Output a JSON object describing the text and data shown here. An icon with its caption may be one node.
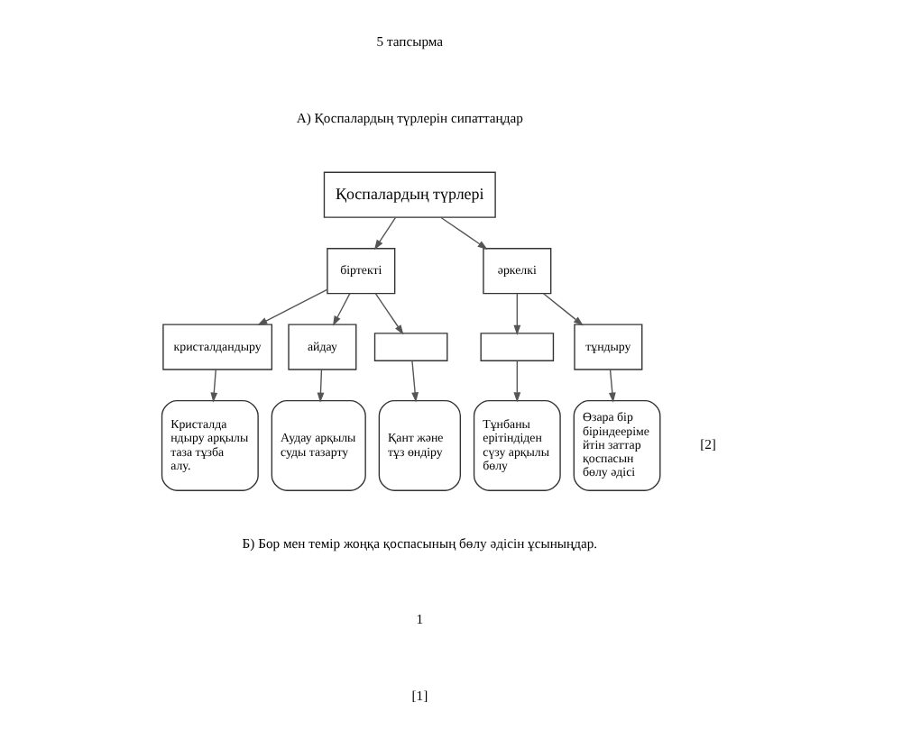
{
  "diagram": {
    "nodes": [
      {
        "text": [
          "Қоспалардың түрлері"
        ]
      },
      {
        "text": [
          "біртекті"
        ]
      },
      {
        "text": [
          "әркелкі"
        ]
      },
      {
        "text": [
          "кристалдандыру"
        ]
      },
      {
        "text": [
          "айдау"
        ]
      },
      {
        "text": [],
        "shape": "box"
      },
      {
        "text": [],
        "shape": "box"
      },
      {
        "text": [
          "тұндыру"
        ]
      },
      {
        "text": [
          "Кристалда ндыру арқылы таза тұзба алу."
        ]
      },
      {
        "text": [
          "Аудау арқылы суды тазарту"
        ]
      },
      {
        "text": [
          "Қант және тұз өндіру"
        ]
      },
      {
        "text": [
          "Тұнбаны ерітіндіден сүзу арқылы бөлу"
        ]
      },
      {
        "text": [
          "Өзара бір біріндееріме йтін заттар қоспасын бөлу әдісі"
        ]
      }
    ],
    "edges": [
      {
        "from": 0,
        "to": 1,
        "arrow": "to"
      },
      {
        "from": 0,
        "to": 2,
        "arrow": "to"
      },
      {
        "from": 1,
        "to": 3,
        "arrow": "to"
      },
      {
        "from": 1,
        "to": 4,
        "arrow": "to"
      },
      {
        "from": 1,
        "to": 5,
        "arrow": "to"
      },
      {
        "from": 2,
        "to": 6,
        "arrow": "to"
      },
      {
        "from": 2,
        "to": 7,
        "arrow": "to"
      },
      {
        "from": 3,
        "to": 8,
        "arrow": "to"
      },
      {
        "from": 4,
        "to": 9,
        "arrow": "to"
      },
      {
        "from": 5,
        "to": 10,
        "arrow": "to"
      },
      {
        "from": 6,
        "to": 11,
        "arrow": "to"
      },
      {
        "from": 7,
        "to": 12,
        "arrow": "to"
      }
    ],
    "labels": [
      "5 тапсырма",
      "А) Қоспалардың түрлерін сипаттаңдар",
      "[2]",
      "Б) Бор мен темір жоңқа қоспасының бөлу әдісін ұсыныңдар.",
      "1",
      "[1]"
    ]
  }
}
